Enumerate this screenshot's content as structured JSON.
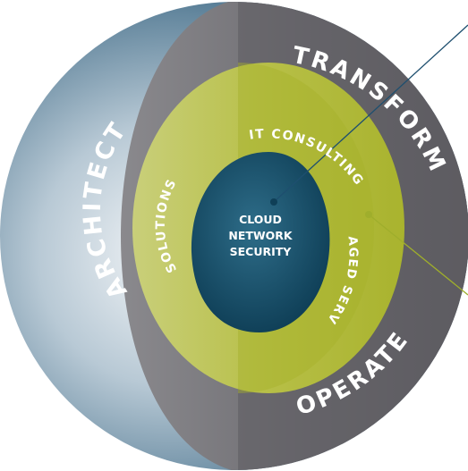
{
  "diagram": {
    "outer_ring": {
      "left_label": "ARCHITECT",
      "top_right_label": "TRANSFORM",
      "bottom_right_label": "OPERATE"
    },
    "middle_ring": {
      "left_label": "SOLUTIONS",
      "top_label": "IT CONSULTING",
      "right_label": "MANAGED SERVICES"
    },
    "core": {
      "line1": "CLOUD",
      "line2": "NETWORK",
      "line3": "SECURITY"
    }
  },
  "colors": {
    "sphere_light": "#f2f5f8",
    "sphere_dark": "#3f6a86",
    "ring_gray": "#747378",
    "ring_gray_dark": "#5f5e63",
    "ring_green": "#b3bc3f",
    "ring_green_light": "#c6cc72",
    "core_blue": "#1d5772",
    "core_blue_dark": "#0f3f57",
    "line_blue": "#1e4f6f",
    "line_green": "#9fae2c"
  }
}
